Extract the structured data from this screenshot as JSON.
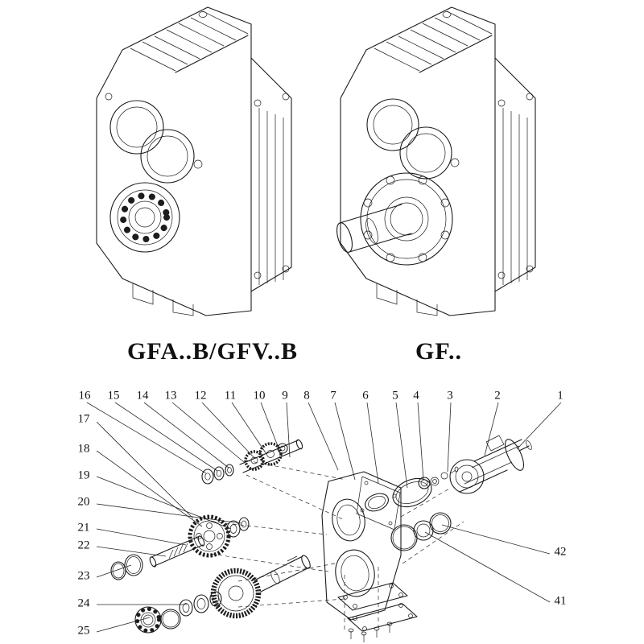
{
  "page": {
    "background": "#ffffff",
    "line_color": "#1c1c1c"
  },
  "captions": {
    "left": "GFA..B/GFV..B",
    "right": "GF.."
  },
  "exploded_view": {
    "top_labels": [
      "16",
      "15",
      "14",
      "13",
      "12",
      "11",
      "10",
      "9",
      "8",
      "7",
      "6",
      "5",
      "4",
      "3",
      "2",
      "1"
    ],
    "left_labels": [
      "17",
      "18",
      "19",
      "20",
      "21",
      "22",
      "23",
      "24",
      "25"
    ],
    "right_labels": [
      "42",
      "41"
    ]
  }
}
